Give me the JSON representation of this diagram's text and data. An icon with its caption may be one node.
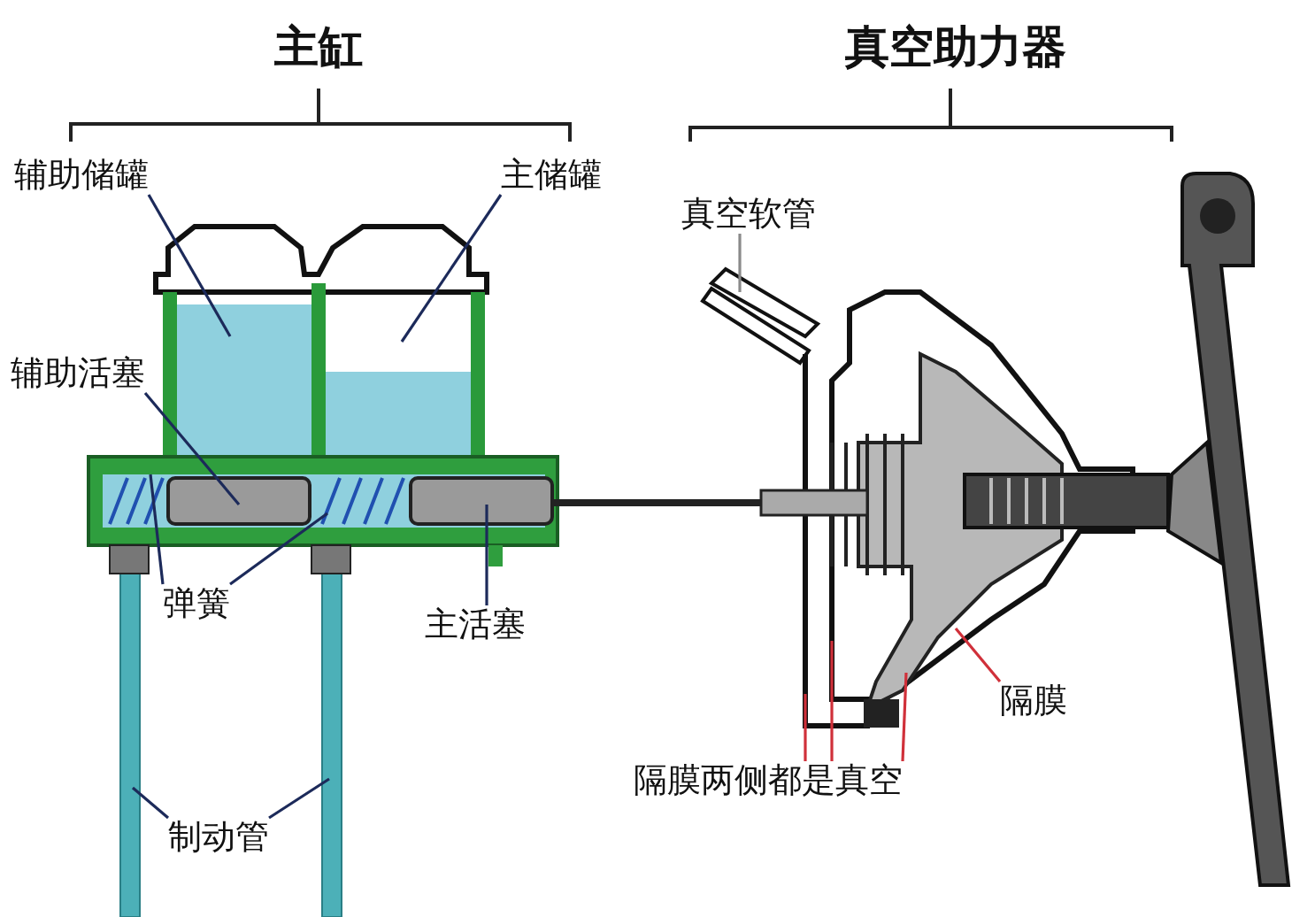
{
  "diagram": {
    "nodes": [
      {
        "text": [
          "辅助储罐"
        ]
      },
      {
        "text": [
          "主储罐"
        ]
      },
      {
        "text": [
          "辅助活塞"
        ]
      },
      {
        "text": [
          "真空软管"
        ]
      },
      {
        "text": [
          "弹簧"
        ]
      },
      {
        "text": [
          "主活塞"
        ]
      },
      {
        "text": [
          "隔膜"
        ]
      },
      {
        "text": [
          "隔膜两侧都是真空"
        ]
      },
      {
        "text": [
          "制动管"
        ]
      }
    ],
    "edges": [
      {
        "from": 0,
        "to": null,
        "arrow": "none"
      },
      {
        "from": 1,
        "to": null,
        "arrow": "none"
      },
      {
        "from": 2,
        "to": null,
        "arrow": "none"
      },
      {
        "from": 3,
        "to": null,
        "arrow": "none",
        "color": "#8a8a8a"
      },
      {
        "from": 4,
        "to": null,
        "arrow": "none"
      },
      {
        "from": 4,
        "to": null,
        "arrow": "none"
      },
      {
        "from": 5,
        "to": null,
        "arrow": "none"
      },
      {
        "from": 6,
        "to": null,
        "arrow": "none",
        "color": "#d0303a"
      },
      {
        "from": 7,
        "to": null,
        "arrow": "none",
        "color": "#d0303a"
      },
      {
        "from": 7,
        "to": null,
        "arrow": "none",
        "color": "#d0303a"
      },
      {
        "from": 7,
        "to": null,
        "arrow": "none",
        "color": "#d0303a"
      },
      {
        "from": 8,
        "to": null,
        "arrow": "none"
      },
      {
        "from": 8,
        "to": null,
        "arrow": "none"
      }
    ],
    "labels": [
      "主缸",
      "真空助力器"
    ]
  }
}
